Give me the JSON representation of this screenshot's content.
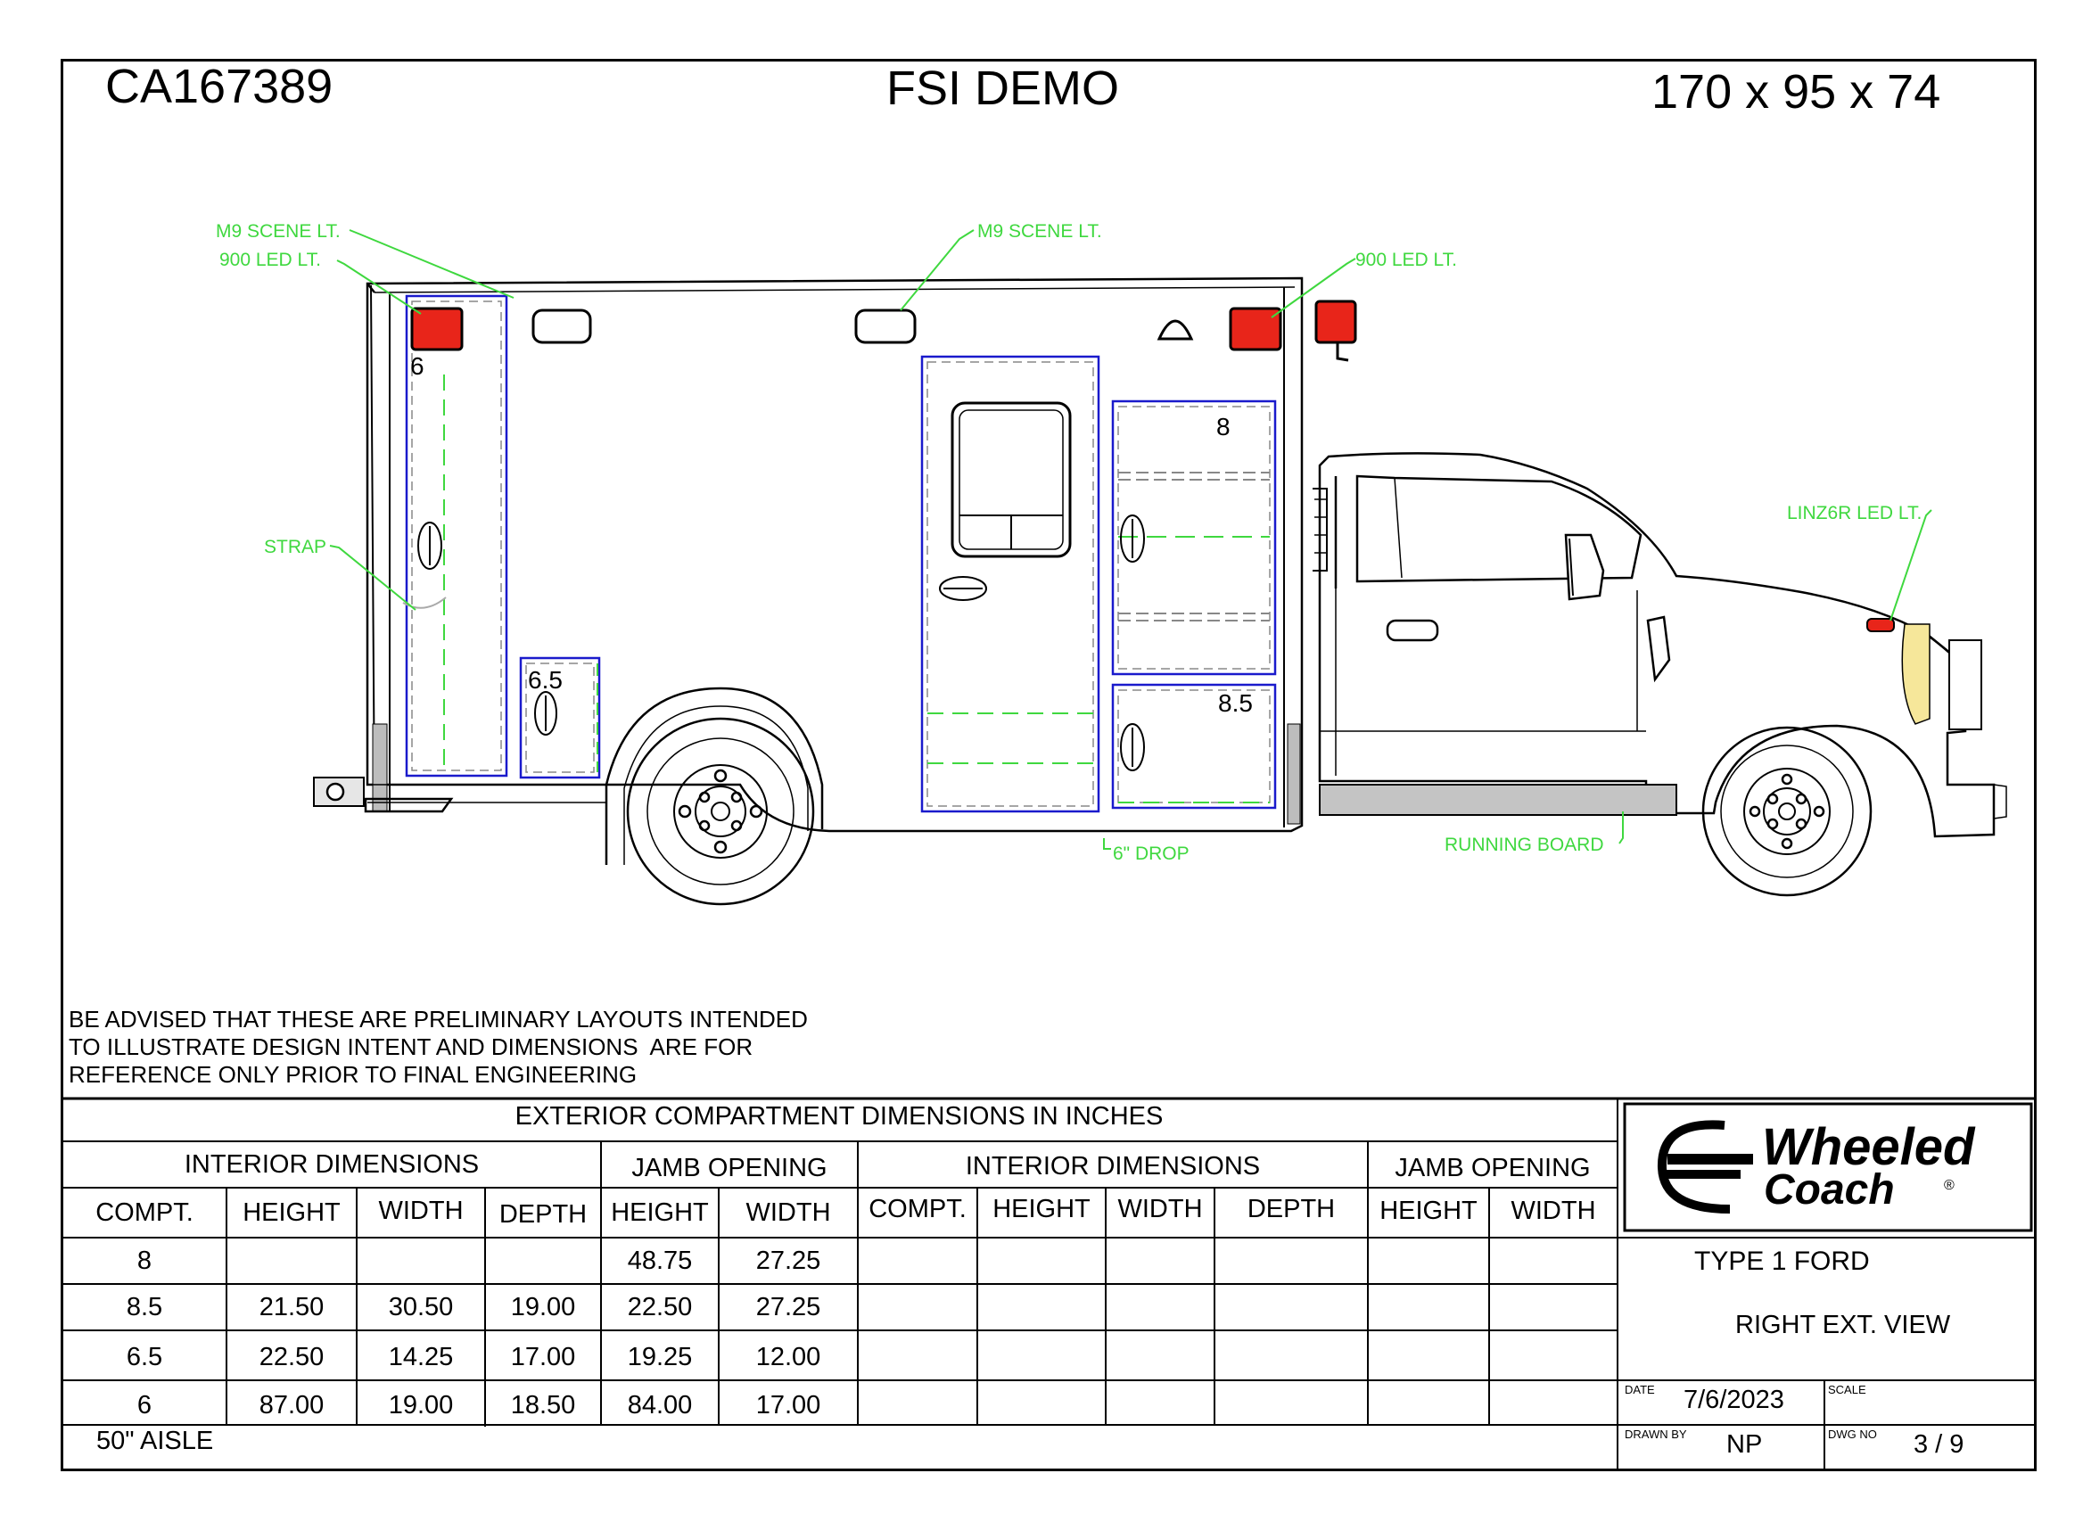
{
  "header": {
    "order_number": "CA167389",
    "customer": "FSI DEMO",
    "box_size": "170 x 95 x 74"
  },
  "callouts": {
    "m9_scene_left": "M9 SCENE LT.",
    "led900_left": "900 LED LT.",
    "m9_scene_center": "M9 SCENE LT.",
    "led900_right": "900 LED LT.",
    "strap": "STRAP",
    "linz6r": "LINZ6R LED LT.",
    "drop": "6\" DROP",
    "running_board": "RUNNING BOARD"
  },
  "compartment_labels": [
    "6",
    "6.5",
    "8",
    "8.5"
  ],
  "disclaimer": "BE ADVISED THAT THESE ARE PRELIMINARY LAYOUTS INTENDED\nTO ILLUSTRATE DESIGN INTENT AND DIMENSIONS  ARE FOR\nREFERENCE ONLY PRIOR TO FINAL ENGINEERING",
  "table": {
    "title": "EXTERIOR COMPARTMENT DIMENSIONS IN INCHES",
    "group_headers": [
      "INTERIOR DIMENSIONS",
      "JAMB OPENING",
      "INTERIOR DIMENSIONS",
      "JAMB OPENING"
    ],
    "columns": [
      "COMPT.",
      "HEIGHT",
      "WIDTH",
      "DEPTH",
      "HEIGHT",
      "WIDTH",
      "COMPT.",
      "HEIGHT",
      "WIDTH",
      "DEPTH",
      "HEIGHT",
      "WIDTH"
    ],
    "rows": [
      [
        "8",
        "",
        "",
        "",
        "48.75",
        "27.25",
        "",
        "",
        "",
        "",
        "",
        ""
      ],
      [
        "8.5",
        "21.50",
        "30.50",
        "19.00",
        "22.50",
        "27.25",
        "",
        "",
        "",
        "",
        "",
        ""
      ],
      [
        "6.5",
        "22.50",
        "14.25",
        "17.00",
        "19.25",
        "12.00",
        "",
        "",
        "",
        "",
        "",
        ""
      ],
      [
        "6",
        "87.00",
        "19.00",
        "18.50",
        "84.00",
        "17.00",
        "",
        "",
        "",
        "",
        "",
        ""
      ]
    ],
    "footer_note": "50\" AISLE"
  },
  "title_block": {
    "logo_line1": "Wheeled",
    "logo_line2": "Coach",
    "logo_reg": "®",
    "model": "TYPE 1 FORD",
    "view": "RIGHT EXT. VIEW",
    "date_label": "DATE",
    "date": "7/6/2023",
    "scale_label": "SCALE",
    "scale": "",
    "drawn_by_label": "DRAWN BY",
    "drawn_by": "NP",
    "dwg_no_label": "DWG NO",
    "dwg_no": "3 / 9"
  },
  "colors": {
    "callout_green": "#3fd83f",
    "compartment_blue": "#1a1acc",
    "light_red": "#e8251a",
    "line_black": "#000000"
  }
}
